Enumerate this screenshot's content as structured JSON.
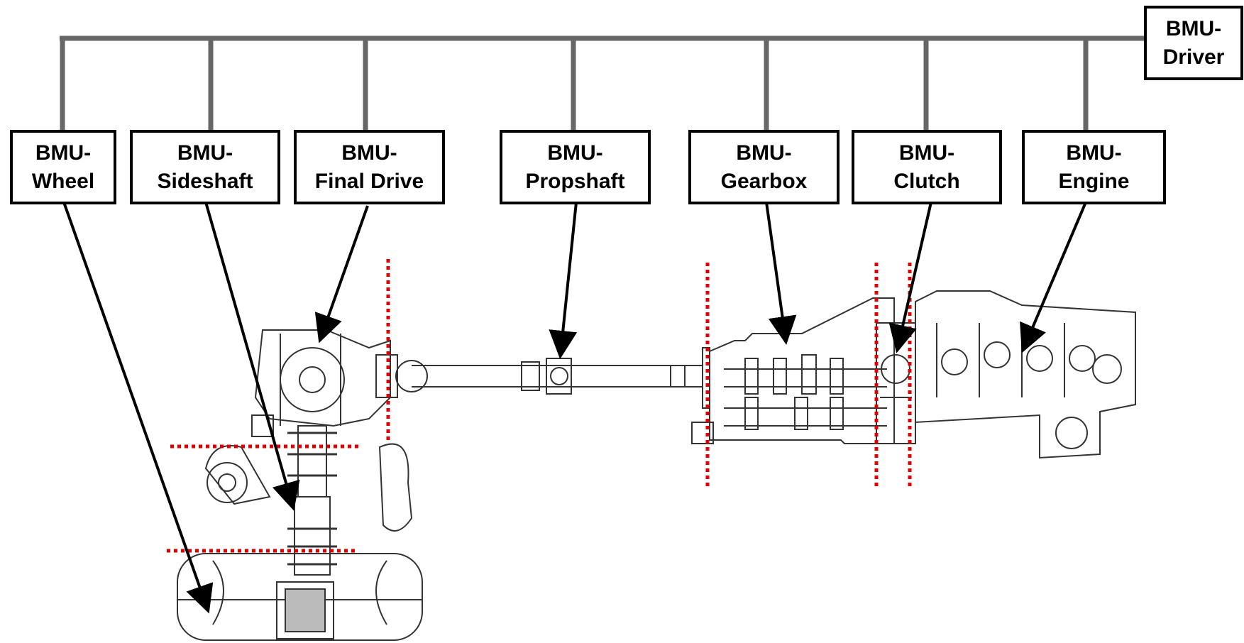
{
  "diagram": {
    "boxes": {
      "driver": {
        "line1": "BMU-",
        "line2": "Driver"
      },
      "wheel": {
        "line1": "BMU-",
        "line2": "Wheel"
      },
      "sideshaft": {
        "line1": "BMU-",
        "line2": "Sideshaft"
      },
      "final_drive": {
        "line1": "BMU-",
        "line2": "Final Drive"
      },
      "propshaft": {
        "line1": "BMU-",
        "line2": "Propshaft"
      },
      "gearbox": {
        "line1": "BMU-",
        "line2": "Gearbox"
      },
      "clutch": {
        "line1": "BMU-",
        "line2": "Clutch"
      },
      "engine": {
        "line1": "BMU-",
        "line2": "Engine"
      }
    },
    "colors": {
      "bus": "#666666",
      "arrow": "#000000",
      "boundary": "#e00000",
      "drawing": "#333333"
    }
  }
}
